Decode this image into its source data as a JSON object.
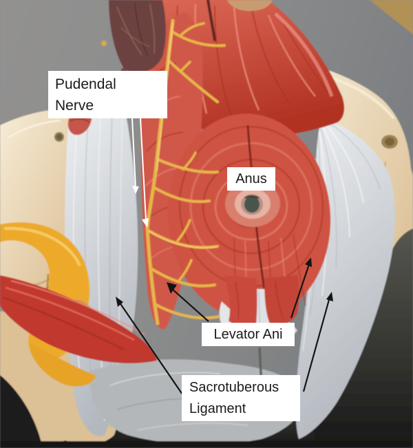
{
  "figure": {
    "kind": "annotated anatomy model photograph",
    "structures": [
      "Pudendal Nerve",
      "Anus",
      "Levator Ani",
      "Sacrotuberous Ligament"
    ]
  },
  "labels": {
    "pudendal_nerve": {
      "text": "Pudendal Nerve",
      "lines": [
        "Pudendal",
        "Nerve"
      ]
    },
    "anus": {
      "text": "Anus"
    },
    "levator_ani": {
      "text": "Levator Ani"
    },
    "sacrotuberous_ligament": {
      "text": "Sacrotuberous Ligament",
      "lines": [
        "Sacrotuberous",
        "Ligament"
      ]
    }
  },
  "colors": {
    "muscle_red": "#cc4a3e",
    "nerve_yellow": "#e7b64a",
    "golden_structure": "#edaa2c",
    "bone_beige": "#e8d3ae",
    "ligament_gray": "#d6d9dd",
    "vessel_maroon": "#6c4240",
    "background_gray": "#87888a",
    "surface_dark": "#1e1e1e",
    "wood_corner_tan": "#b29157",
    "label_background": "#ffffff",
    "label_text": "#1a1a1a",
    "arrow_black": "#141414",
    "pointer_white": "#ffffff"
  }
}
